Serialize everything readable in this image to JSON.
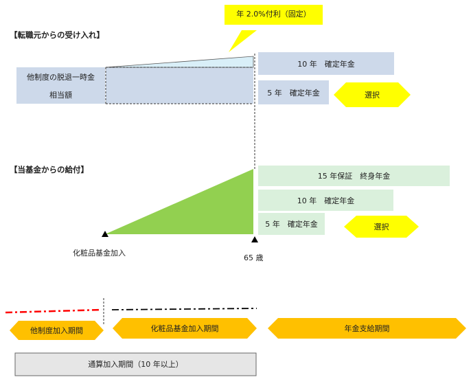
{
  "callout": {
    "label": "年 2.0%付利（固定）",
    "color": "#ffff00"
  },
  "transfer_section": {
    "title": "【転職元からの受け入れ】",
    "source_box": {
      "line1": "他制度の脱退一時金",
      "line2": "相当額"
    },
    "annuity_10": "10 年　確定年金",
    "annuity_5": "5 年　確定年金",
    "select_label": "選択"
  },
  "benefit_section": {
    "title": "【当基金からの給付】",
    "annuity_15": "15 年保証　終身年金",
    "annuity_10": "10 年　確定年金",
    "annuity_5": "5 年　確定年金",
    "select_label": "選択",
    "join_label": "化粧品基金加入",
    "age_label": "65 歳"
  },
  "periods": {
    "other_plan": "他制度加入期間",
    "fund": "化粧品基金加入期間",
    "pension": "年金支給期間",
    "total": "通算加入期間（10 年以上）"
  },
  "colors": {
    "blue_box": "#cdd9ea",
    "green_box": "#daf0dc",
    "green_triangle": "#92d050",
    "select_arrow": "#ffff00",
    "period_arrow": "#ffc000",
    "red_dash": "#ff0000",
    "total_box": "#e6e6e6"
  }
}
